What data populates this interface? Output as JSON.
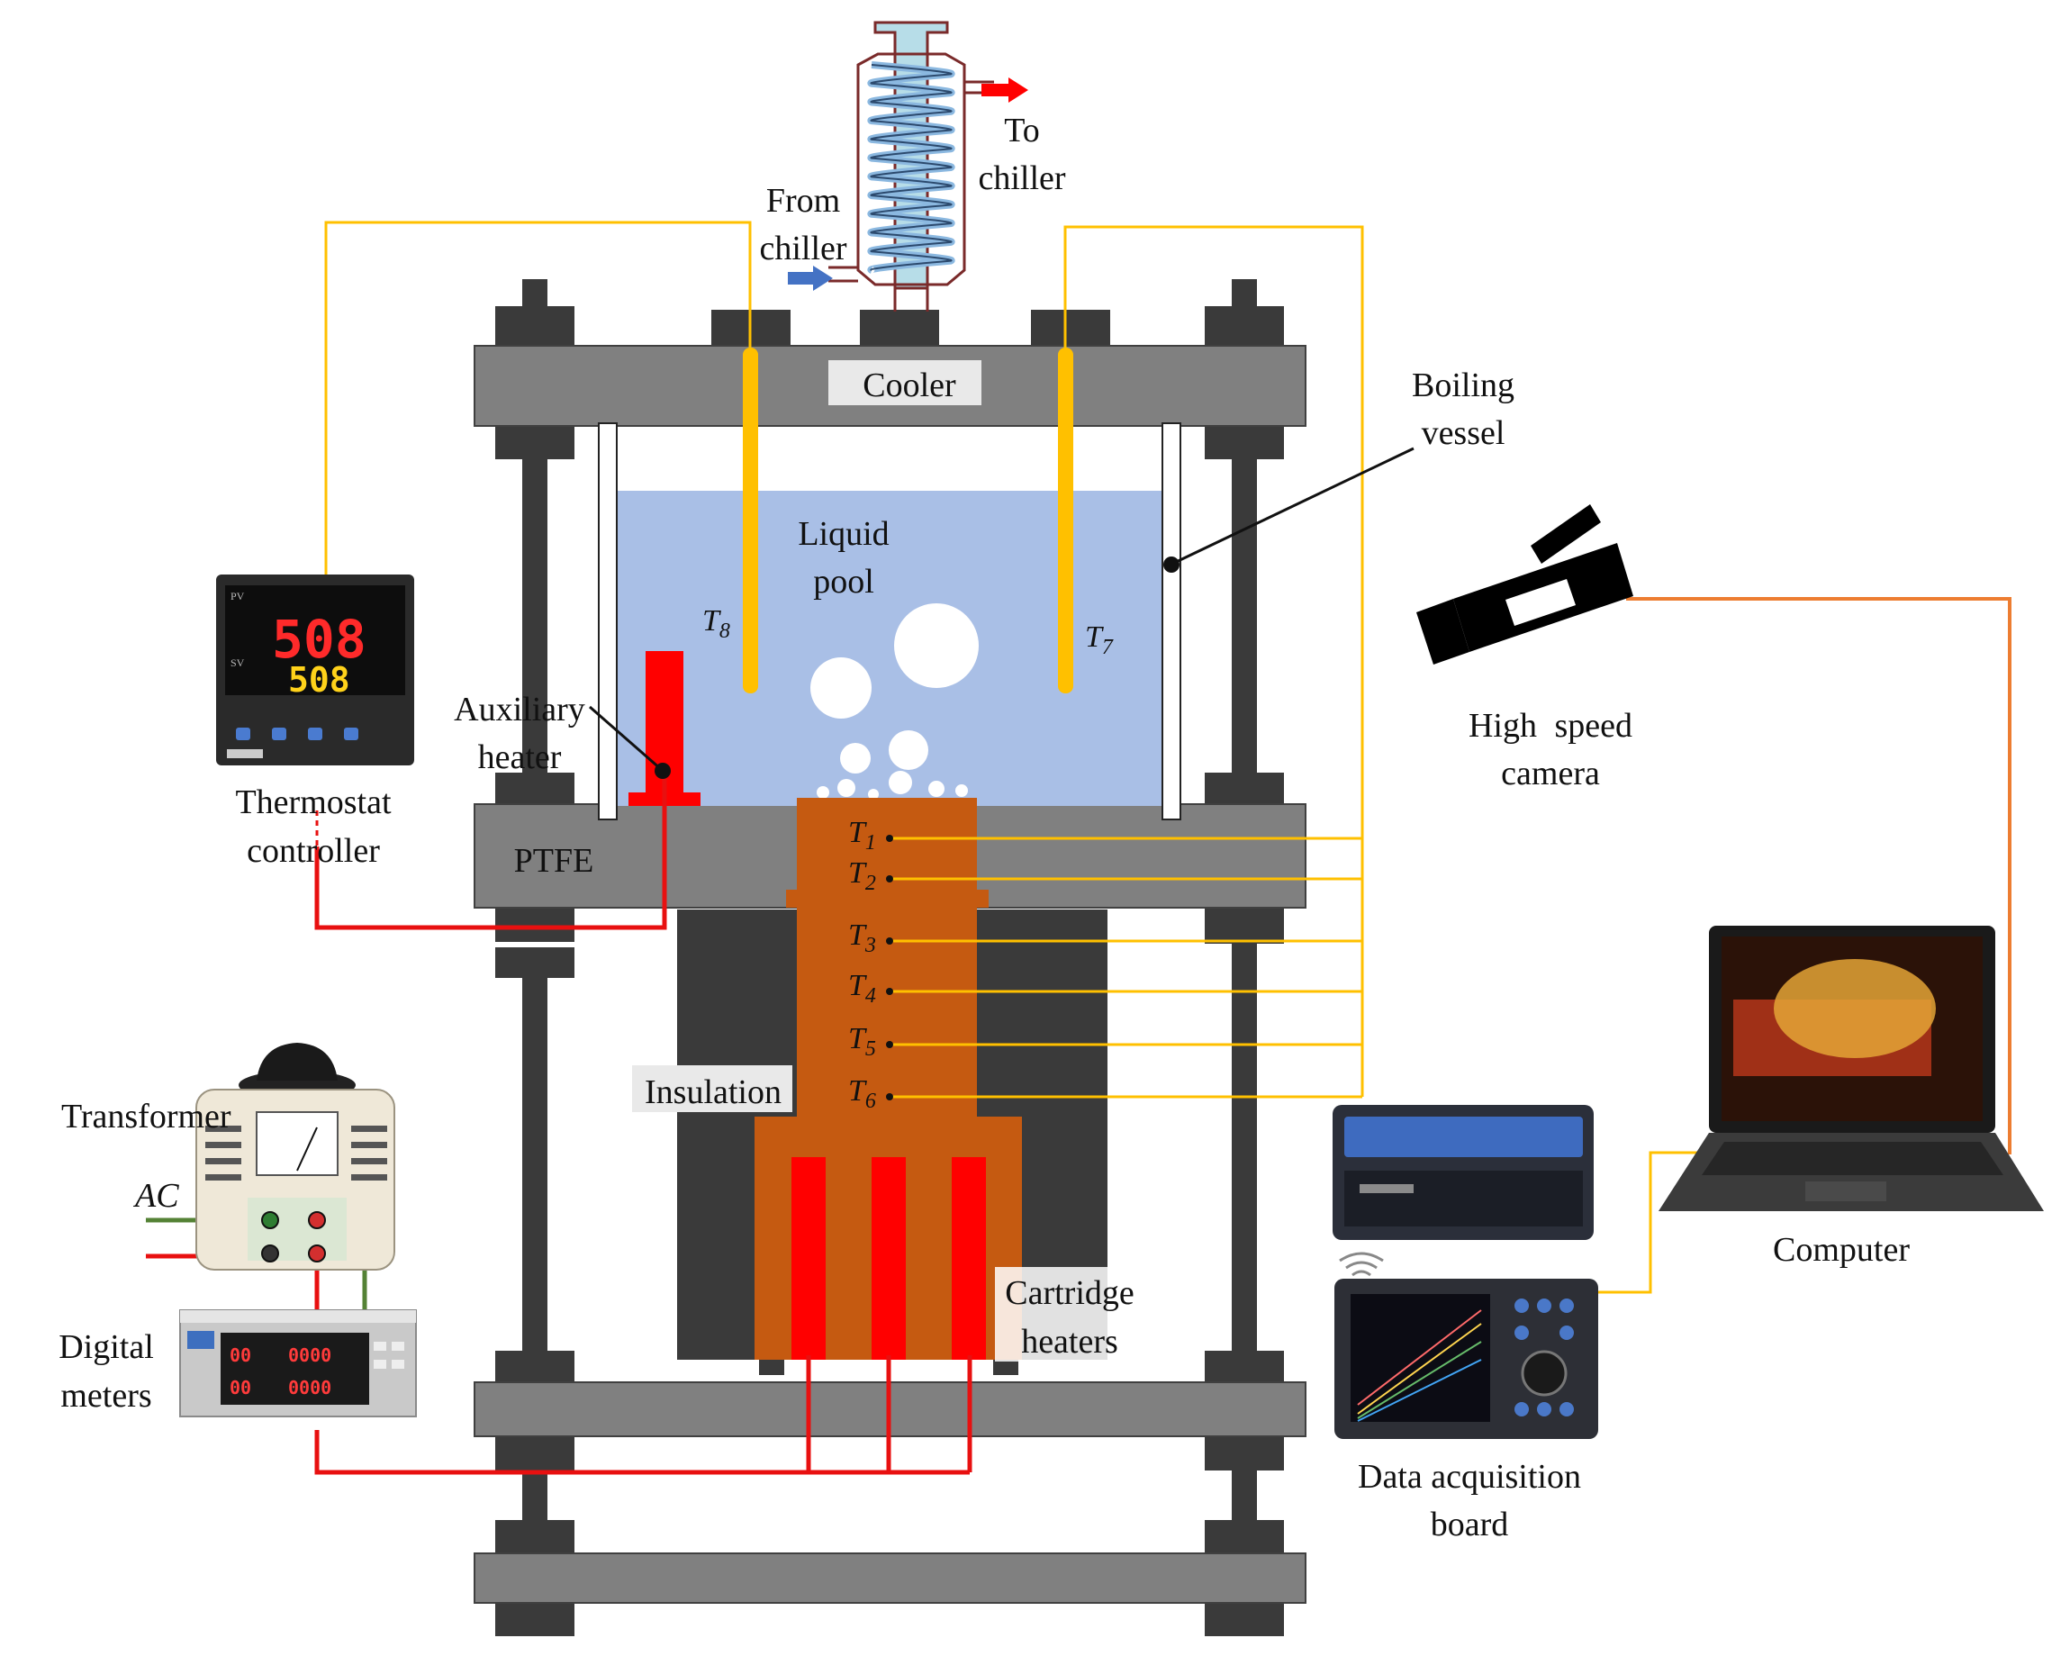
{
  "labels": {
    "to_chiller_1": "To",
    "to_chiller_2": "chiller",
    "from_chiller_1": "From",
    "from_chiller_2": "chiller",
    "cooler": "Cooler",
    "boiling_vessel_1": "Boiling",
    "boiling_vessel_2": "vessel",
    "liquid_pool_1": "Liquid",
    "liquid_pool_2": "pool",
    "auxiliary_heater_1": "Auxiliary",
    "auxiliary_heater_2": "heater",
    "thermostat_1": "Thermostat",
    "thermostat_2": "controller",
    "ptfe": "PTFE",
    "insulation": "Insulation",
    "transformer": "Transformer",
    "ac": "AC",
    "digital_meters_1": "Digital",
    "digital_meters_2": "meters",
    "cartridge_heaters_1": "Cartridge",
    "cartridge_heaters_2": "heaters",
    "high_speed_camera_1": "High speed",
    "high_speed_camera_2": "camera",
    "data_acquisition_1": "Data acquisition",
    "data_acquisition_2": "board",
    "computer": "Computer"
  },
  "thermocouples": [
    {
      "t": "T",
      "sub": "1"
    },
    {
      "t": "T",
      "sub": "2"
    },
    {
      "t": "T",
      "sub": "3"
    },
    {
      "t": "T",
      "sub": "4"
    },
    {
      "t": "T",
      "sub": "5"
    },
    {
      "t": "T",
      "sub": "6"
    },
    {
      "t": "T",
      "sub": "7"
    },
    {
      "t": "T",
      "sub": "8"
    }
  ],
  "thermostat_display": {
    "pv": "508",
    "sv": "508"
  },
  "meter_display": {
    "a": "00",
    "b": "0000",
    "c": "00",
    "d": "0000"
  },
  "colors": {
    "frame": "#808080",
    "rod": "#3a3a3a",
    "liquid": "#a9bfe6",
    "copper": "#c55a11",
    "heater": "#ff0000",
    "signal_wire": "#ffc000",
    "power_wire": "#e81010",
    "ground_wire": "#548235",
    "camera_cable": "#ed7d31",
    "inflow_arrow": "#4472c4",
    "outflow_arrow": "#ff0000"
  }
}
